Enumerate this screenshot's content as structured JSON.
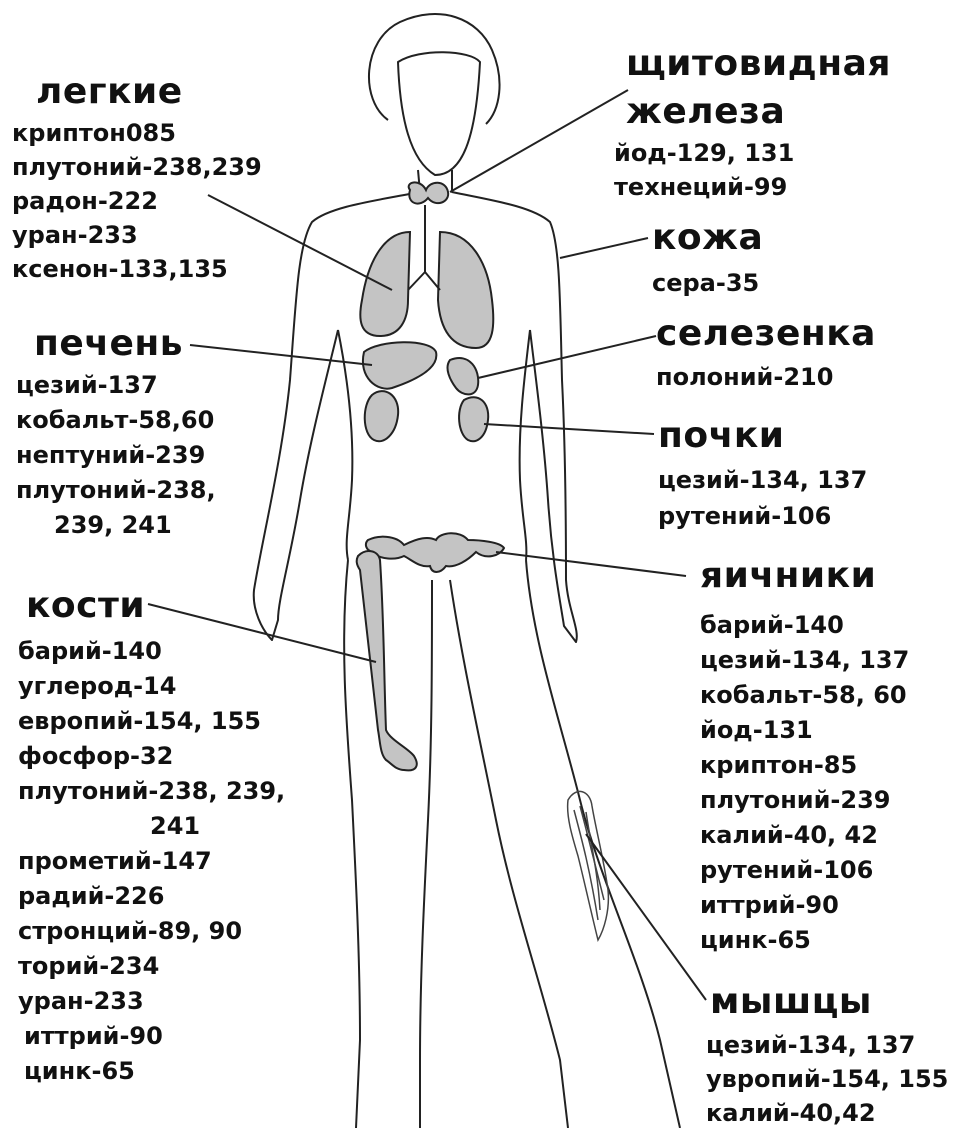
{
  "groups": [
    {
      "id": "lungs",
      "title": "легкие",
      "items": [
        "криптон085",
        "плутоний-238,239",
        "радон-222",
        "уран-233",
        "ксенон-133,135"
      ]
    },
    {
      "id": "thyroid",
      "title": [
        "щитовидная",
        "железа"
      ],
      "items": [
        "йод-129, 131",
        "технеций-99"
      ]
    },
    {
      "id": "skin",
      "title": "кожа",
      "items": [
        "сера-35"
      ]
    },
    {
      "id": "liver",
      "title": "печень",
      "items": [
        "цезий-137",
        "кобальт-58,60",
        "нептуний-239",
        "плутоний-238,",
        "239, 241"
      ]
    },
    {
      "id": "spleen",
      "title": "селезенка",
      "items": [
        "полоний-210"
      ]
    },
    {
      "id": "kidneys",
      "title": "почки",
      "items": [
        "цезий-134, 137",
        "рутений-106"
      ]
    },
    {
      "id": "ovaries",
      "title": "яичники",
      "items": [
        "барий-140",
        "цезий-134, 137",
        "кобальт-58, 60",
        "йод-131",
        "криптон-85",
        "плутоний-239",
        "калий-40, 42",
        "рутений-106",
        "иттрий-90",
        "цинк-65"
      ]
    },
    {
      "id": "bones",
      "title": "кости",
      "items": [
        "барий-140",
        "углерод-14",
        "европий-154, 155",
        "фосфор-32",
        "плутоний-238, 239,",
        "241",
        "прометий-147",
        "радий-226",
        "стронций-89, 90",
        "торий-234",
        "уран-233",
        "иттрий-90",
        "цинк-65"
      ]
    },
    {
      "id": "muscles",
      "title": "мышцы",
      "items": [
        "цезий-134, 137",
        "увропий-154, 155",
        "калий-40,42"
      ]
    }
  ],
  "colors": {
    "outline": "#222222",
    "organ_fill": "#c4c4c4",
    "text": "#111111"
  }
}
